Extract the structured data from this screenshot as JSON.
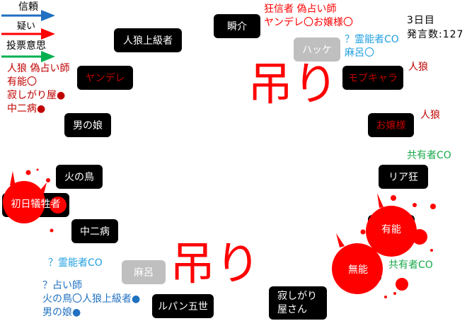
{
  "legend": {
    "items": [
      {
        "label": "信頼",
        "color": "#1f70c0"
      },
      {
        "label": "疑い",
        "color": "#ff0000"
      },
      {
        "label": "投票意思",
        "color": "#00b050"
      }
    ]
  },
  "status": {
    "day": "3日目",
    "post_count": "発言数:127"
  },
  "players": {
    "jinro_jokyu": "人狼上級者",
    "shunsuke": "瞬介",
    "yandere": "ヤンデレ",
    "otokonoko": "男の娘",
    "hakke": "ハッケ",
    "mobchara": "モブキャラ",
    "ojousama": "お嬢様",
    "riakyo": "リア狂",
    "hinotori": "火の鳥",
    "shonichi": "初日犠牲者",
    "chunibyo": "中二病",
    "maro": "麻呂",
    "lupin": "ルパン五世",
    "sabishigari_1": "寂しがり",
    "sabishigari_2": "屋さん",
    "yuno": "有能",
    "muno": "無能"
  },
  "hanged_label": "吊り",
  "notes": {
    "yandere": [
      "人狼 偽占い師",
      "有能〇",
      "寂しがり屋●",
      "中二病●"
    ],
    "shunsuke": [
      "狂信者 偽占い師",
      "ヤンデレ〇お嬢様〇"
    ],
    "hakke": [
      "？霊能者CO",
      "麻呂〇"
    ],
    "mobchara": "人狼",
    "ojousama": "人狼",
    "riakyo": "共有者CO",
    "yuno": "共有者CO",
    "maro_medium": "？霊能者CO",
    "maro_seer": [
      "？占い師",
      "火の鳥〇人狼上級者●",
      "男の娘●"
    ]
  }
}
